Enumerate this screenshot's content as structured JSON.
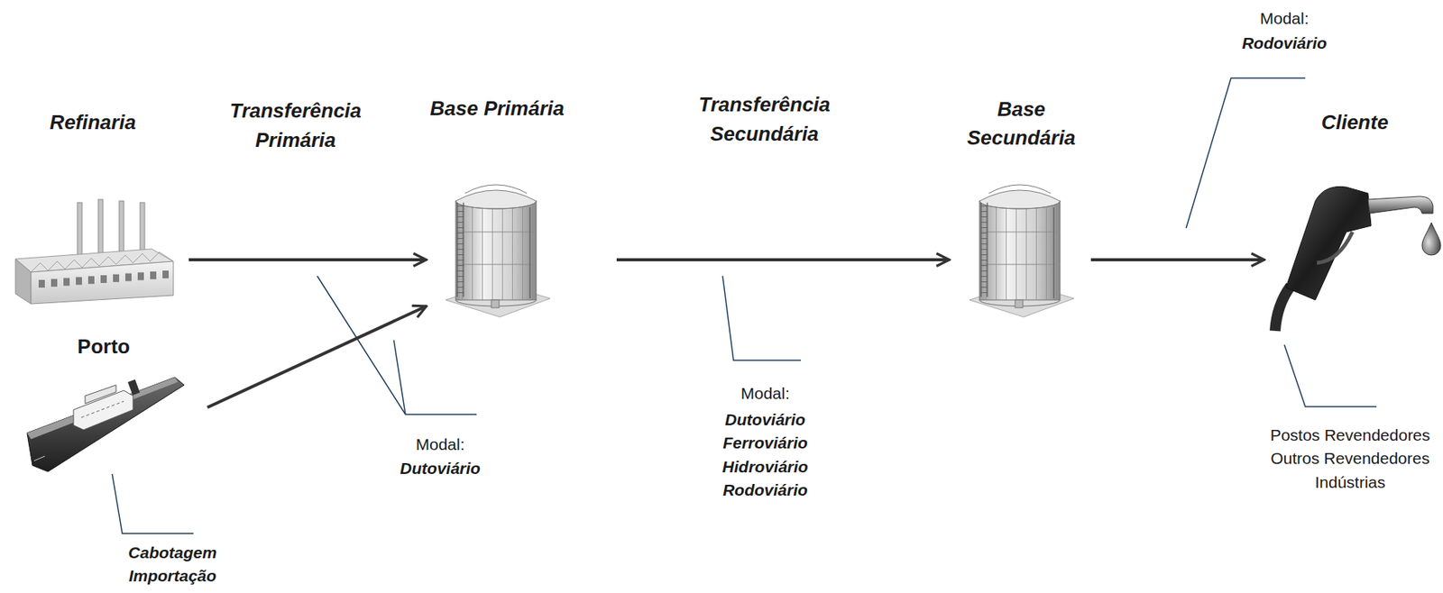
{
  "diagram": {
    "nodes": [
      {
        "text": [
          "Refinaria"
        ]
      },
      {
        "text": [
          "Porto"
        ]
      },
      {
        "text": [
          "Base Primária"
        ]
      },
      {
        "text": [
          "Base Secundária"
        ]
      },
      {
        "text": [
          "Cliente"
        ]
      }
    ],
    "edges": [
      {
        "from": 0,
        "to": 2,
        "arrow": "to"
      },
      {
        "from": 1,
        "to": 2,
        "arrow": "to"
      },
      {
        "from": 2,
        "to": 3,
        "arrow": "to"
      },
      {
        "from": 3,
        "to": 4,
        "arrow": "to"
      }
    ],
    "labels": [
      "Transferência Primária",
      "Transferência Secundária",
      "Modal:",
      "Dutoviário",
      "Cabotagem Importação",
      "Modal:",
      "Dutoviário Ferroviário Hidroviário Rodoviário",
      "Modal:",
      "Rodoviário",
      "Postos Revendedores Outros Revendedores Indústrias"
    ]
  }
}
